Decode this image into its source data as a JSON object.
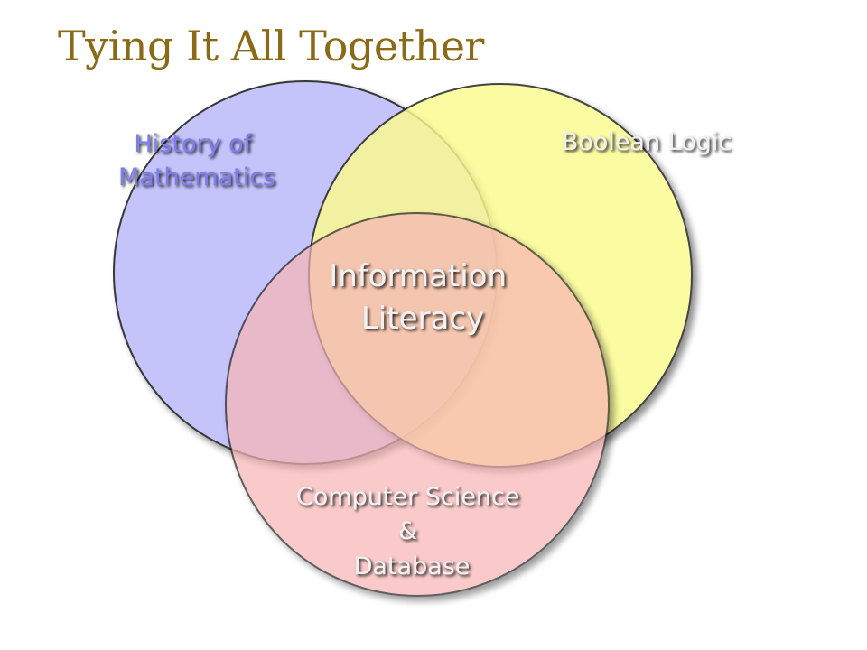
{
  "title": "Tying It All Together",
  "sets": [
    {
      "id": "history",
      "label_lines": [
        "History of",
        "Mathematics"
      ],
      "fill": "#bcbcfa",
      "text_color": "#7d7cf0"
    },
    {
      "id": "boolean",
      "label_lines": [
        "Boolean Logic"
      ],
      "fill": "#fbfb8e",
      "text_color": "#f1f1f1"
    },
    {
      "id": "cs",
      "label_lines": [
        "Computer Science",
        "&",
        "Database"
      ],
      "fill": "#f8b5b5",
      "text_color": "#f1f1f1"
    }
  ],
  "center": {
    "label_lines": [
      "Information",
      "Literacy"
    ],
    "text_color": "#f1f1f1"
  },
  "colors": {
    "title": "#8a6a16",
    "text_shadow": "#3a3a3a",
    "circle_outline": "#1c1c1c"
  }
}
